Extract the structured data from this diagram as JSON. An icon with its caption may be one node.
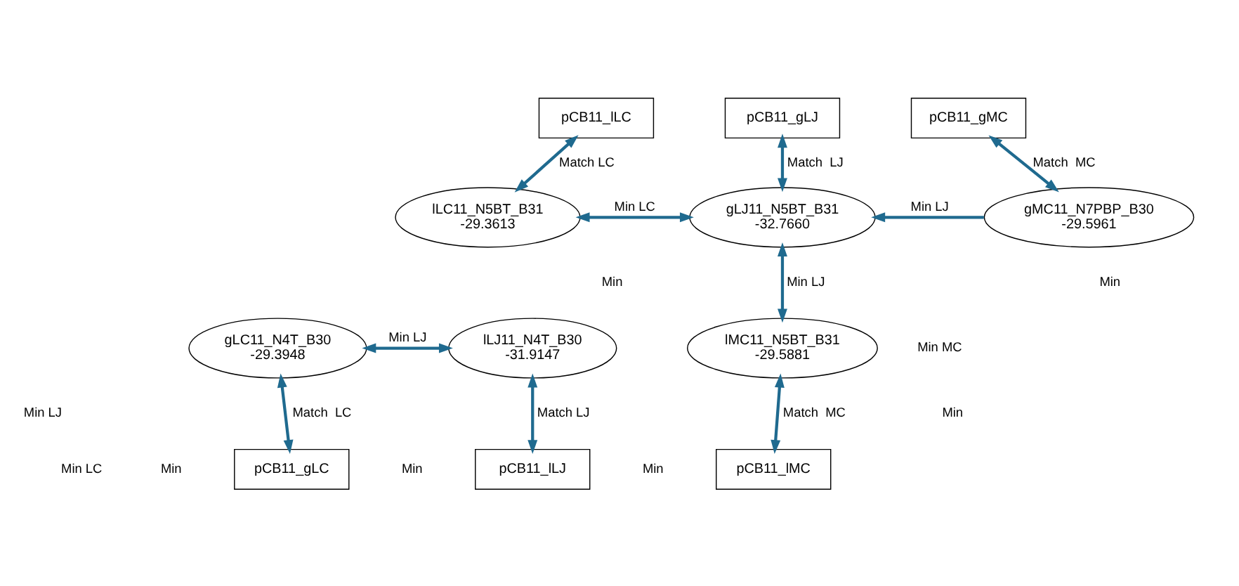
{
  "diagram": {
    "nodes": [
      {
        "text": [
          "pCB11_lLC"
        ]
      },
      {
        "text": [
          "pCB11_gLJ"
        ]
      },
      {
        "text": [
          "pCB11_gMC"
        ]
      },
      {
        "text": [
          "lLC11_N5BT_B31",
          "-29.3613"
        ]
      },
      {
        "text": [
          "gLJ11_N5BT_B31",
          "-32.7660"
        ]
      },
      {
        "text": [
          "gMC11_N7PBP_B30",
          "-29.5961"
        ]
      },
      {
        "text": [
          "gLC11_N4T_B30",
          "-29.3948"
        ]
      },
      {
        "text": [
          "lLJ11_N4T_B30",
          "-31.9147"
        ]
      },
      {
        "text": [
          "lMC11_N5BT_B31",
          "-29.5881"
        ]
      },
      {
        "text": [
          "pCB11_gLC"
        ]
      },
      {
        "text": [
          "pCB11_lLJ"
        ]
      },
      {
        "text": [
          "pCB11_lMC"
        ]
      }
    ],
    "edges": [
      {
        "from": 0,
        "to": 3,
        "arrow": "both",
        "label": "Match LC"
      },
      {
        "from": 1,
        "to": 4,
        "arrow": "both",
        "label": "Match  LJ"
      },
      {
        "from": 2,
        "to": 5,
        "arrow": "both",
        "label": "Match  MC"
      },
      {
        "from": 3,
        "to": 4,
        "arrow": "both",
        "label": "Min LC"
      },
      {
        "from": 5,
        "to": 4,
        "arrow": "to",
        "label": "Min LJ"
      },
      {
        "from": 4,
        "to": 8,
        "arrow": "both",
        "label": "Min LJ"
      },
      {
        "from": 6,
        "to": 7,
        "arrow": "both",
        "label": "Min LJ"
      },
      {
        "from": 6,
        "to": 9,
        "arrow": "both",
        "label": "Match  LC"
      },
      {
        "from": 7,
        "to": 10,
        "arrow": "both",
        "label": "Match LJ"
      },
      {
        "from": 8,
        "to": 11,
        "arrow": "both",
        "label": "Match  MC"
      }
    ],
    "labels": [
      "Min",
      "Min",
      "Min",
      "Min LJ",
      "Min MC",
      "Min LC",
      "Min",
      "Min",
      "Min"
    ]
  }
}
